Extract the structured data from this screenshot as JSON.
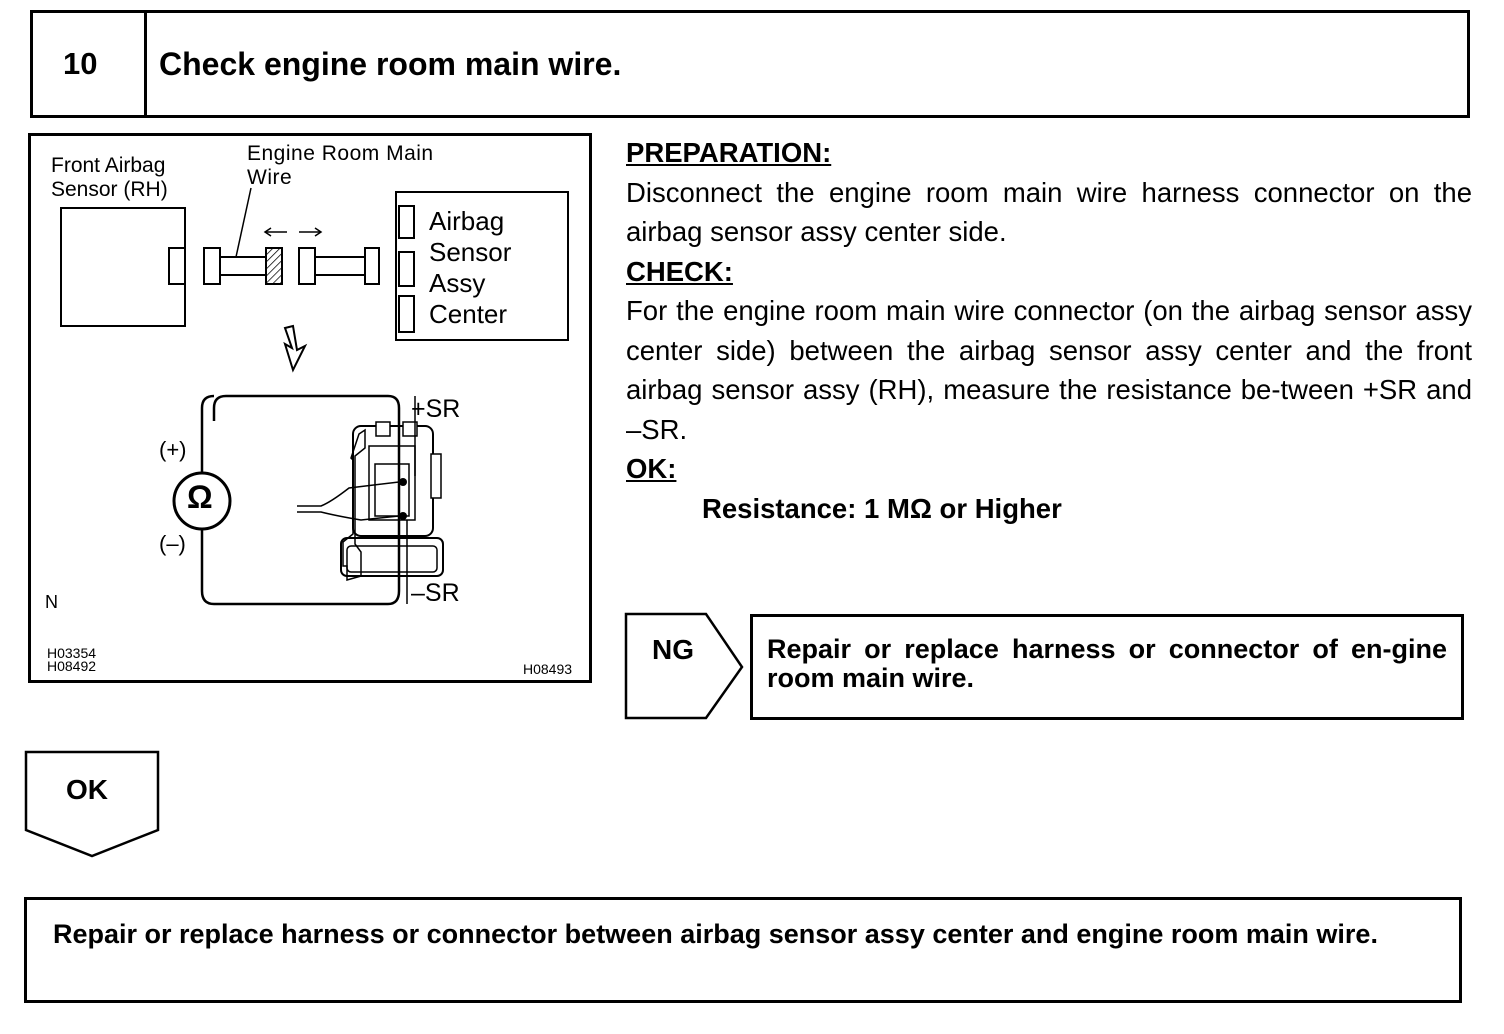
{
  "step": {
    "number": "10",
    "title": "Check engine room main wire."
  },
  "figure": {
    "label_front_airbag_sensor": [
      "Front Airbag",
      "Sensor (RH)"
    ],
    "label_engine_room_main_wire": [
      "Engine Room Main",
      "Wire"
    ],
    "label_airbag_sensor_assy_center": [
      "Airbag",
      "Sensor",
      "Assy",
      "Center"
    ],
    "plus_terminal": "+SR",
    "minus_terminal": "–SR",
    "meter_plus": "(+)",
    "meter_minus": "(–)",
    "ohm_symbol": "Ω",
    "view_marker": "N",
    "code_1": "H03354",
    "code_2": "H08492",
    "code_3": "H08493"
  },
  "preparation": {
    "heading": "PREPARATION:",
    "text": "Disconnect the engine room main wire harness connector on the airbag sensor assy center side."
  },
  "check": {
    "heading": "CHECK:",
    "text": "For the engine room main wire connector (on the airbag sensor assy center side) between the airbag sensor assy center and the front airbag sensor assy (RH), measure the resistance be-tween +SR and –SR."
  },
  "ok_spec": {
    "heading": "OK:",
    "text": "Resistance: 1 MΩ or Higher"
  },
  "ng_branch": {
    "label": "NG",
    "action": "Repair or replace harness or connector of en-gine room main wire."
  },
  "ok_branch": {
    "label": "OK"
  },
  "final_action": {
    "text": "Repair or replace harness or connector between airbag sensor assy center and engine room main wire."
  }
}
